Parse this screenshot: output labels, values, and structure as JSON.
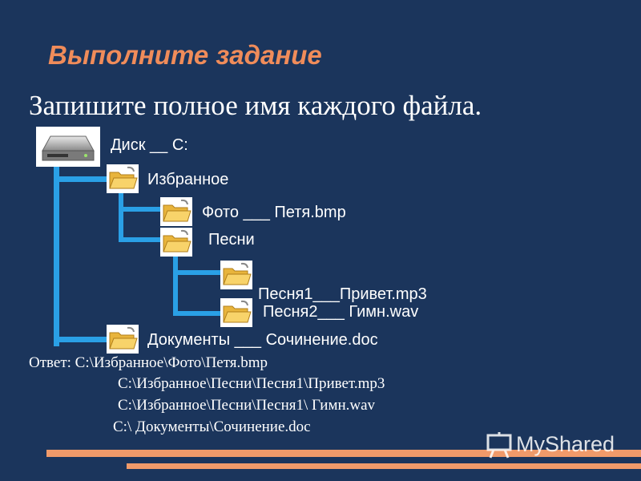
{
  "title": "Выполните задание",
  "subtitle": "Запишите полное имя каждого файла.",
  "tree": {
    "disk": "Диск __ С:",
    "izbrannoe": "Избранное",
    "foto": "Фото ___ Петя.bmp",
    "pesni": "Песни",
    "pesnya1": "Песня1___Привет.mp3",
    "pesnya2": "Песня2___ Гимн.wav",
    "dokumenty": "Документы ___ Сочинение.doc"
  },
  "answer": {
    "line1": "Ответ: С:\\Избранное\\Фото\\Петя.bmp",
    "line2": "С:\\Избранное\\Песни\\Песня1\\Привет.mp3",
    "line3": "С:\\Избранное\\Песни\\Песня1\\ Гимн.wav",
    "line4": "С:\\ Документы\\Сочинение.doc"
  },
  "watermark": "MyShared",
  "colors": {
    "background": "#1b355c",
    "title": "#f08c5a",
    "tree_line": "#2aa0e6",
    "accent_bar": "#f09a6a"
  },
  "icons": [
    "disk-drive-icon",
    "folder-icon"
  ]
}
